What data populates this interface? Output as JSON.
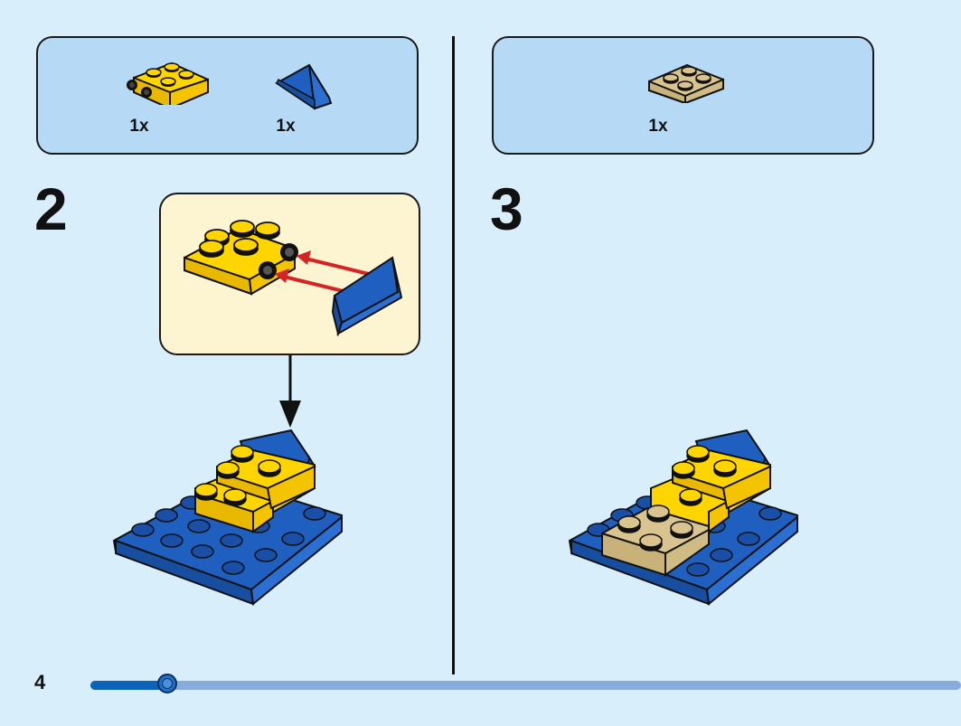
{
  "page": {
    "number": "4",
    "progress_fraction": 0.088
  },
  "colors": {
    "background": "#d9eefb",
    "parts_box": "#b6daf5",
    "callout": "#fdf5d2",
    "brick_yellow": "#ffd500",
    "brick_blue": "#1f5fbf",
    "brick_tan": "#d9c48f",
    "arrow_red": "#d62424"
  },
  "steps": [
    {
      "number": "2",
      "parts": [
        {
          "icon": "yellow-plate-with-studs-sideways",
          "qty": "1x"
        },
        {
          "icon": "blue-slope-brick",
          "qty": "1x"
        }
      ],
      "callout_icon": "attach-slope-to-side-studs"
    },
    {
      "number": "3",
      "parts": [
        {
          "icon": "tan-2x2-plate",
          "qty": "1x"
        }
      ]
    }
  ]
}
